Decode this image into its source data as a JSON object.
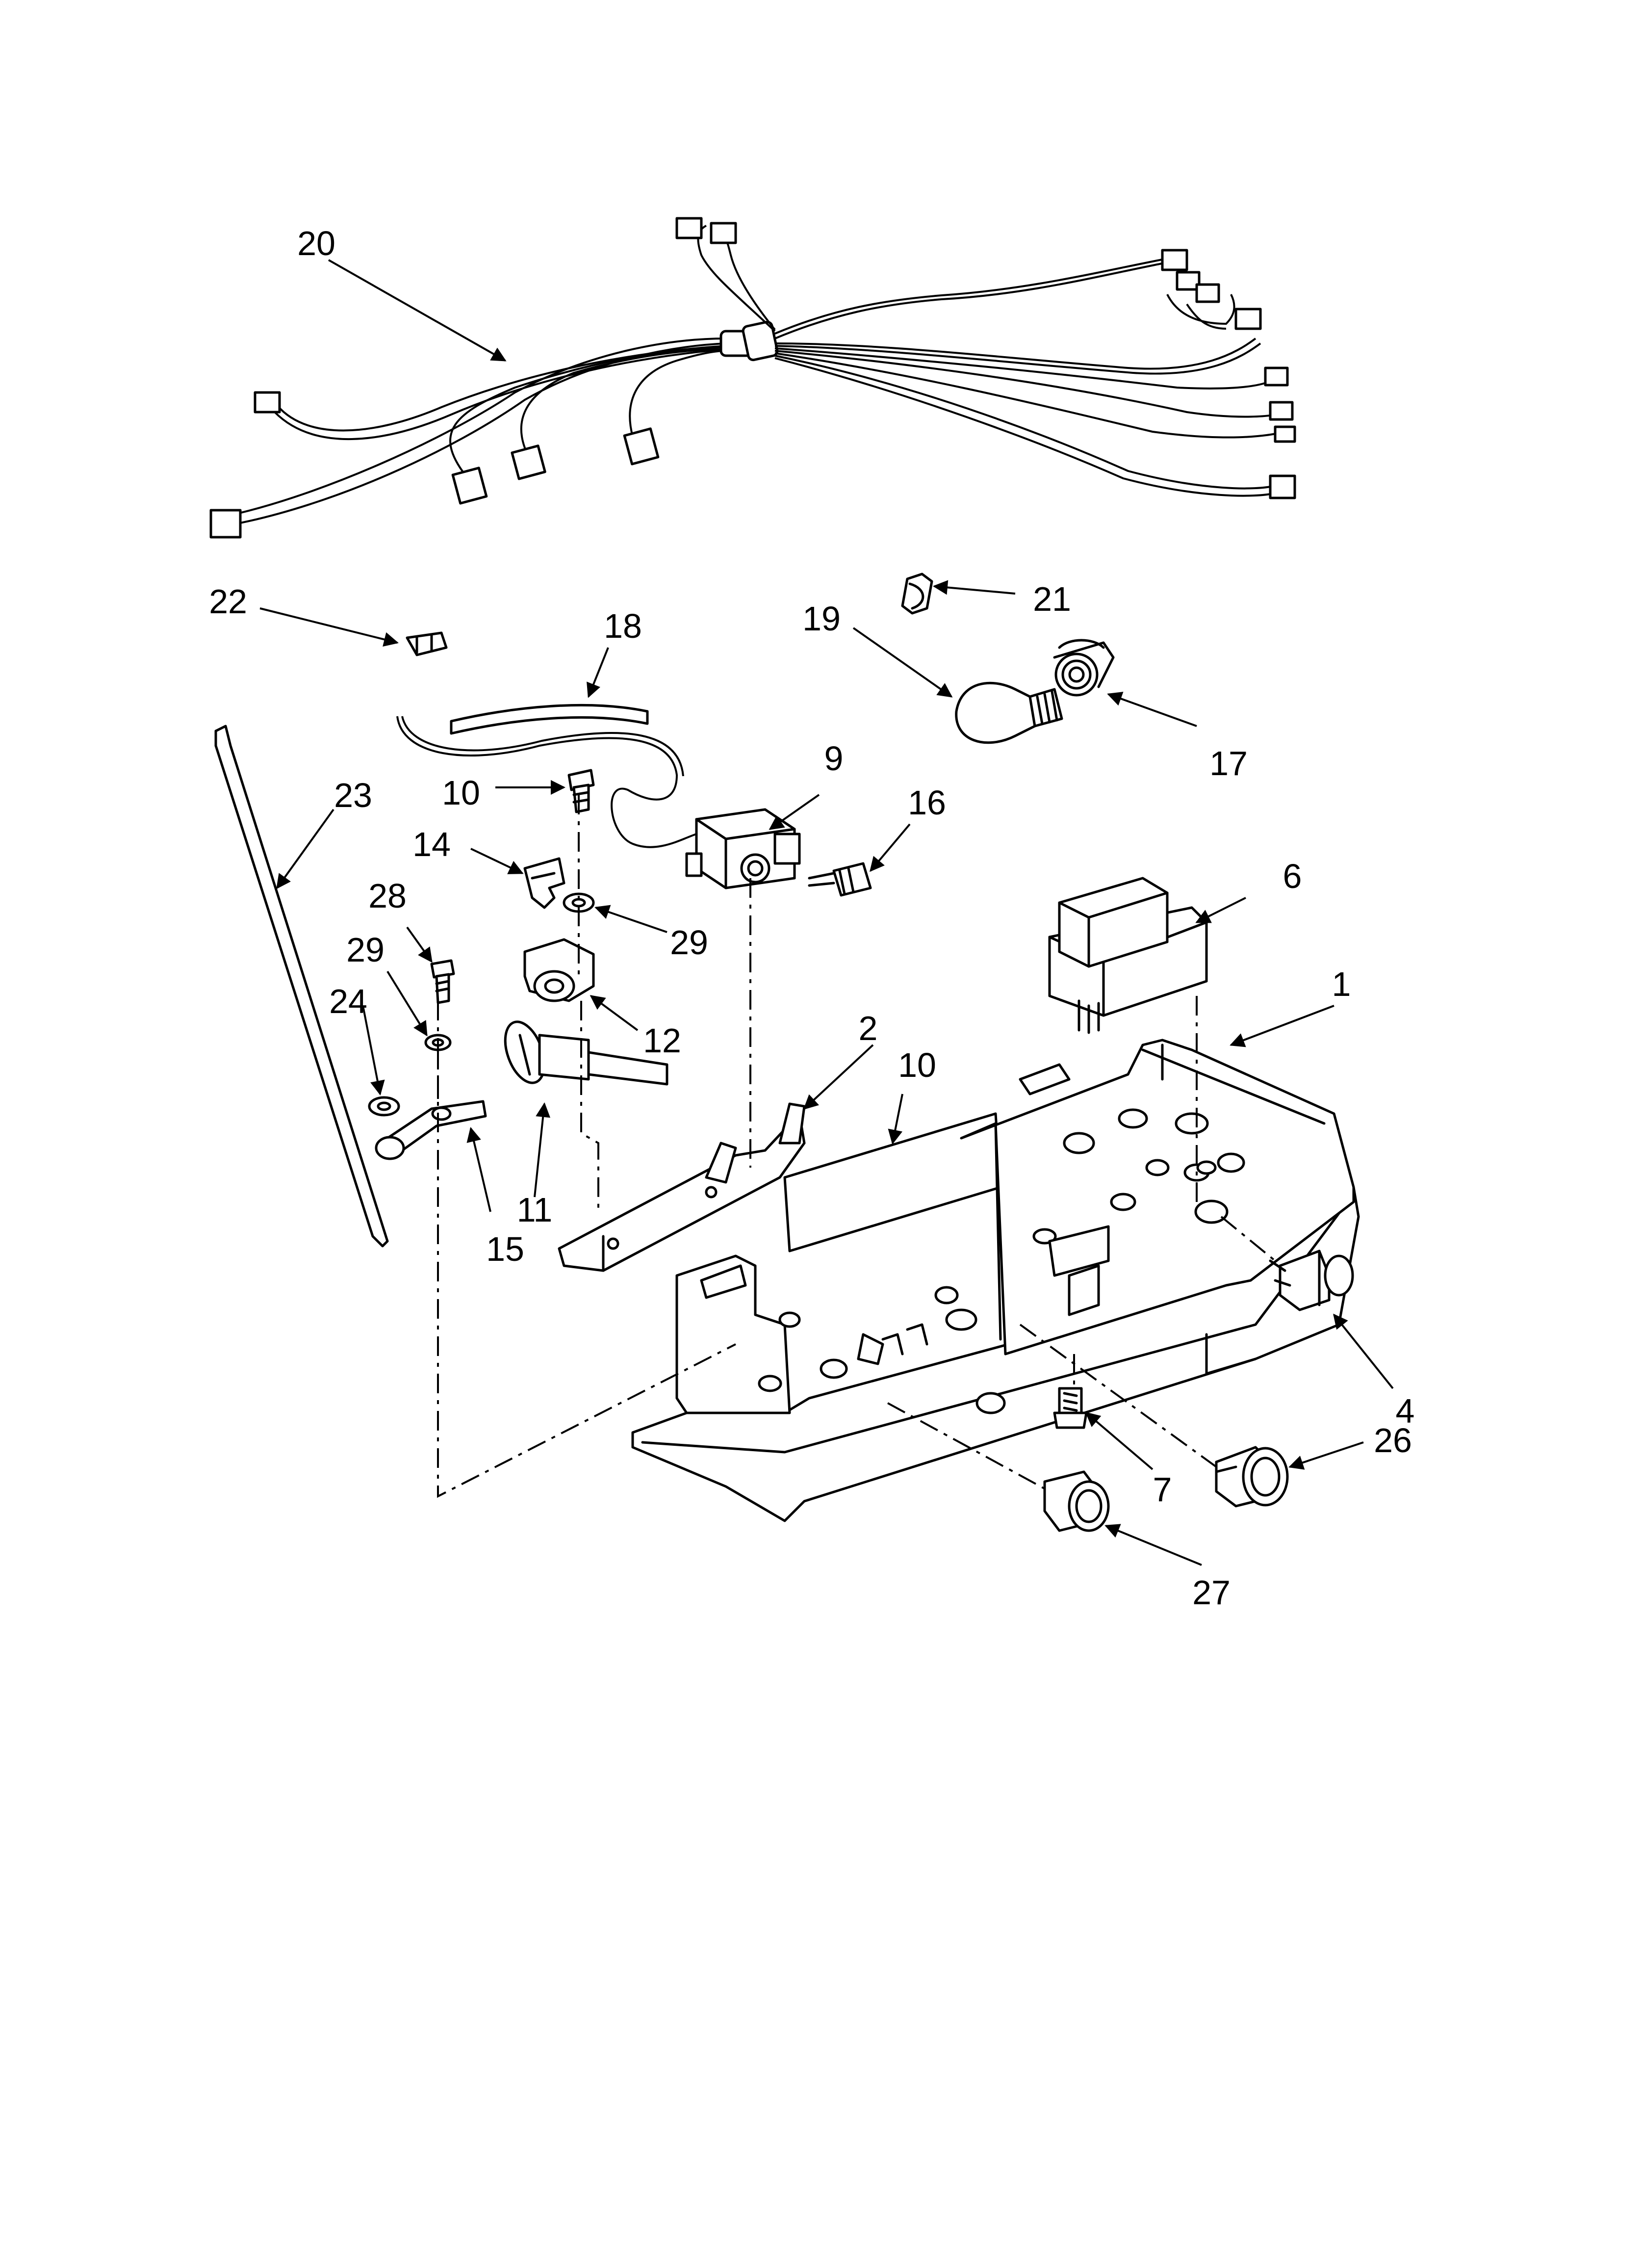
{
  "callouts": {
    "c1": "1",
    "c2": "2",
    "c4": "4",
    "c6": "6",
    "c7": "7",
    "c9": "9",
    "c10a": "10",
    "c10b": "10",
    "c11": "11",
    "c12": "12",
    "c14": "14",
    "c15": "15",
    "c16": "16",
    "c17": "17",
    "c18": "18",
    "c19": "19",
    "c20": "20",
    "c21": "21",
    "c22": "22",
    "c23": "23",
    "c24": "24",
    "c26": "26",
    "c27": "27",
    "c28": "28",
    "c29a": "29",
    "c29b": "29"
  }
}
